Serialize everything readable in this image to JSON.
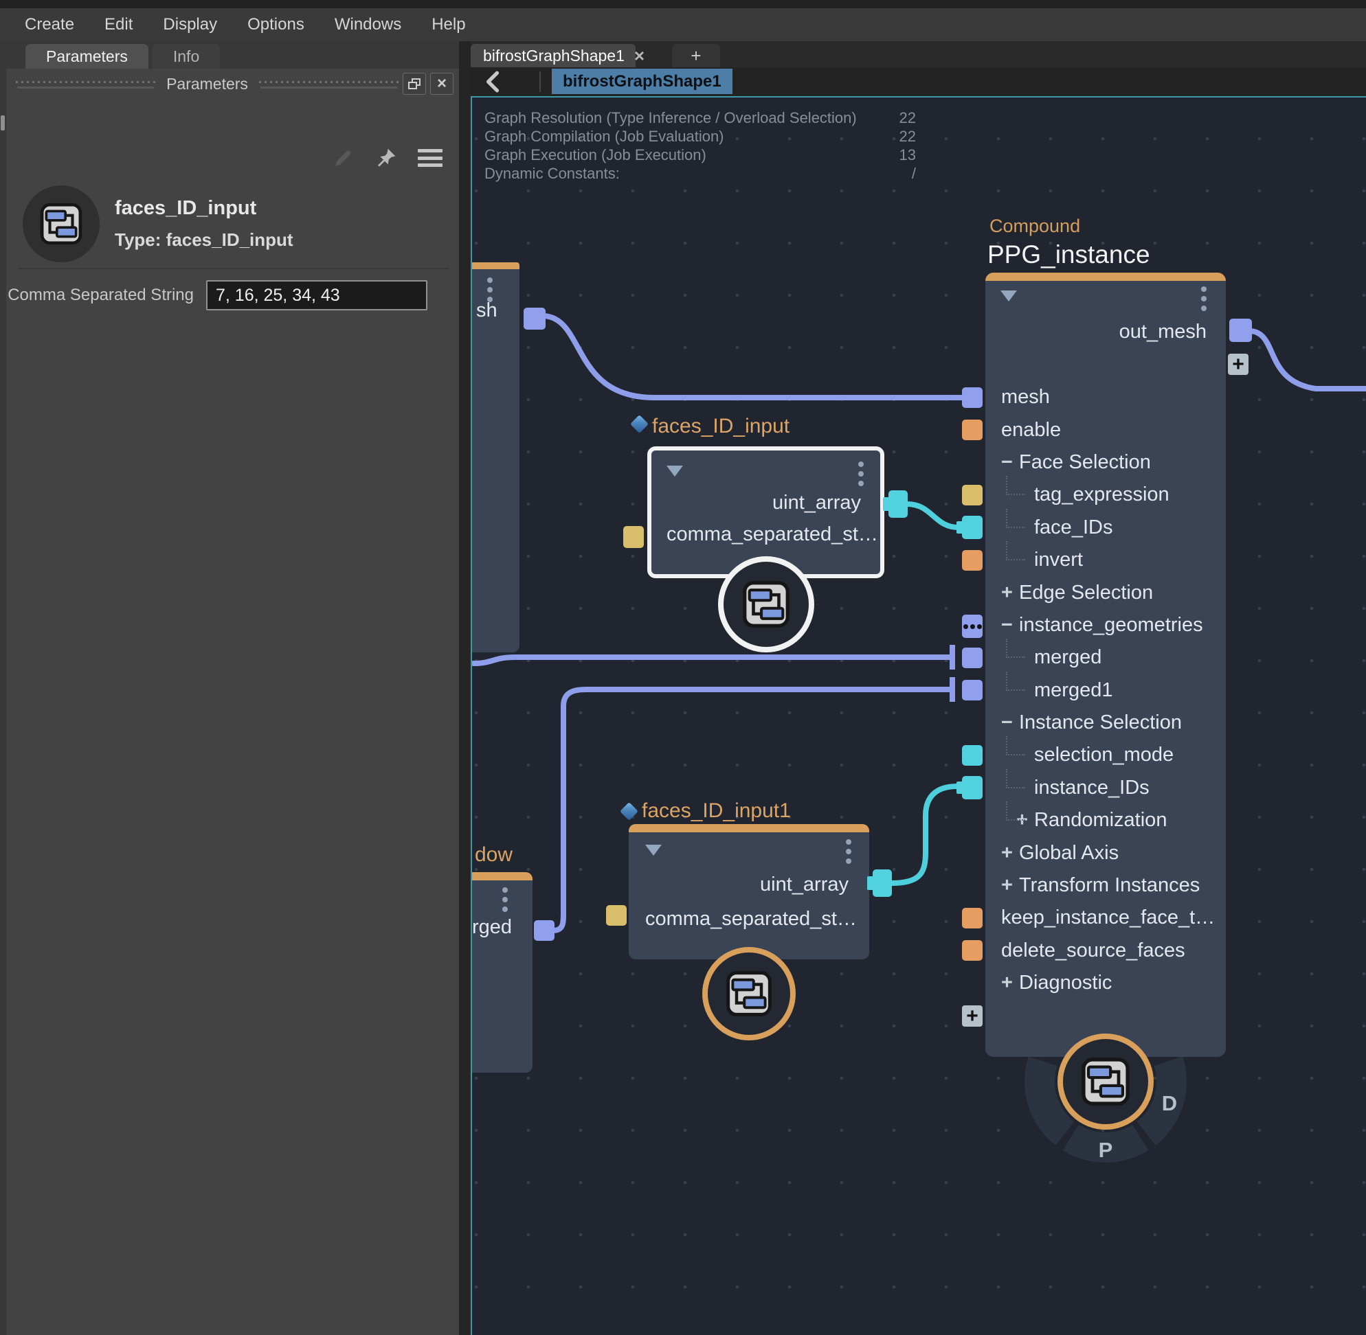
{
  "menu": {
    "items": [
      "Create",
      "Edit",
      "Display",
      "Options",
      "Windows",
      "Help"
    ]
  },
  "left_panel": {
    "tabs": {
      "parameters": "Parameters",
      "info": "Info"
    },
    "header_title": "Parameters",
    "node": {
      "title": "faces_ID_input",
      "type_label": "Type: faces_ID_input"
    },
    "field": {
      "label": "Comma Separated String",
      "value": "7, 16, 25, 34, 43"
    }
  },
  "graph": {
    "tab": {
      "label": "bifrostGraphShape1",
      "close": "×",
      "new_tab": "+"
    },
    "breadcrumb": {
      "current": "bifrostGraphShape1"
    },
    "stats": [
      {
        "label": "Graph Resolution (Type Inference / Overload Selection)",
        "value": "22"
      },
      {
        "label": "Graph Compilation (Job Evaluation)",
        "value": "22"
      },
      {
        "label": "Graph Execution (Job Execution)",
        "value": "13"
      },
      {
        "label": "Dynamic Constants:",
        "value": "/"
      }
    ],
    "plus_label": "+",
    "left_partial_node": {
      "output_label": "sh"
    },
    "bottom_left_partial_node": {
      "title": "dow",
      "output_label": "rged"
    },
    "faces_id_input": {
      "title": "faces_ID_input",
      "output": "uint_array",
      "input": "comma_separated_st…"
    },
    "faces_id_input1": {
      "title": "faces_ID_input1",
      "output": "uint_array",
      "input": "comma_separated_st…"
    },
    "ppg": {
      "kind": "Compound",
      "title": "PPG_instance",
      "output": "out_mesh",
      "rows": [
        {
          "prefix": "",
          "label": "mesh"
        },
        {
          "prefix": "",
          "label": "enable"
        },
        {
          "prefix": "−",
          "label": "Face Selection"
        },
        {
          "prefix": "",
          "label": "tag_expression"
        },
        {
          "prefix": "",
          "label": "face_IDs"
        },
        {
          "prefix": "",
          "label": "invert"
        },
        {
          "prefix": "+",
          "label": "Edge Selection"
        },
        {
          "prefix": "−",
          "label": "instance_geometries"
        },
        {
          "prefix": "",
          "label": "merged"
        },
        {
          "prefix": "",
          "label": "merged1"
        },
        {
          "prefix": "−",
          "label": "Instance Selection"
        },
        {
          "prefix": "",
          "label": "selection_mode"
        },
        {
          "prefix": "",
          "label": "instance_IDs"
        },
        {
          "prefix": "+",
          "label": "Randomization"
        },
        {
          "prefix": "+",
          "label": "Global Axis"
        },
        {
          "prefix": "+",
          "label": "Transform Instances"
        },
        {
          "prefix": "",
          "label": "keep_instance_face_t…"
        },
        {
          "prefix": "",
          "label": "delete_source_faces"
        },
        {
          "prefix": "+",
          "label": "Diagnostic"
        }
      ]
    },
    "radial_menu": {
      "right": "D",
      "bottom": "P"
    }
  },
  "colors": {
    "accent_teal_border": "#3e9aa9",
    "compound_orange": "#d9a05c",
    "selection_white": "#f2f2f2",
    "port_blue": "#91a0ec",
    "port_orange": "#e59d62",
    "port_yellow": "#d9be6b",
    "port_teal": "#52d2de",
    "crumb_blue": "#4d7ea8"
  }
}
